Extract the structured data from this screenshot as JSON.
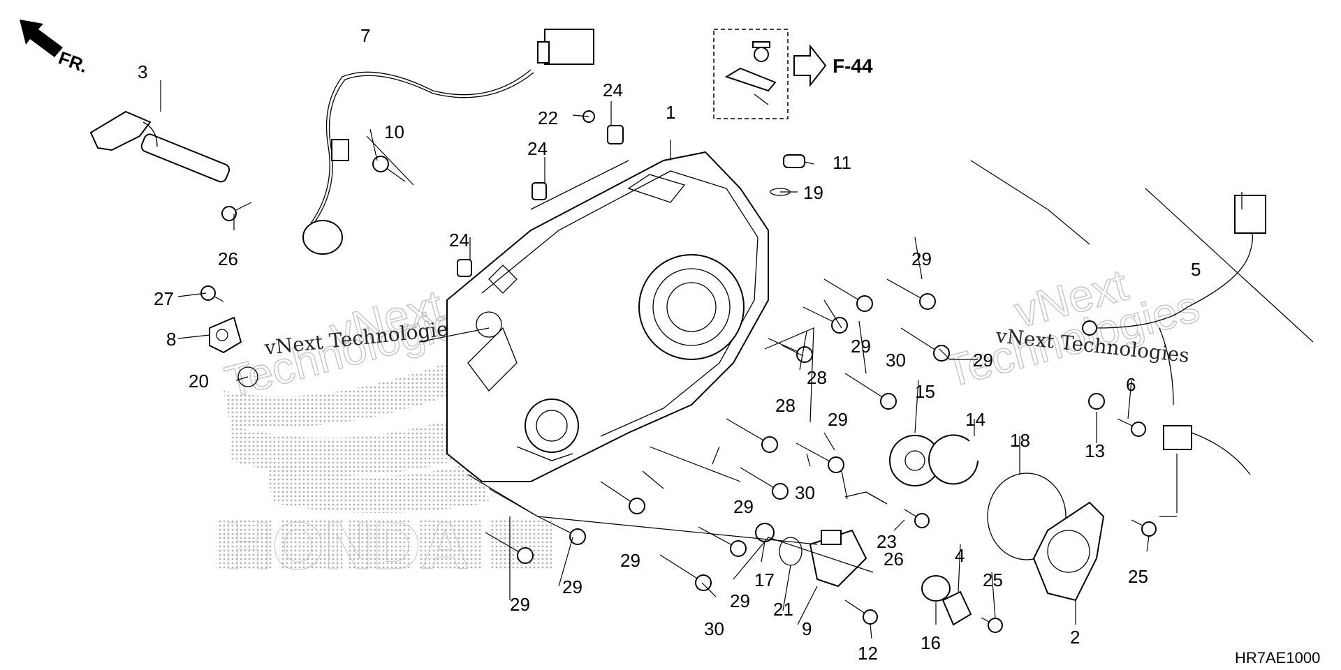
{
  "direction_label": "FR.",
  "reference": {
    "label": "F-44",
    "arrow_icon": "right-hollow-arrow-icon"
  },
  "diagram_code": "HR7AE1000",
  "watermarks": {
    "left_small": "vNext Technologies",
    "left_big_top": "vNext",
    "left_big_bottom": "Technologies",
    "right_small": "vNext Technologies",
    "right_big_top": "vNext",
    "right_big_bottom": "Technologies"
  },
  "brand_logo": {
    "text": "HONDA",
    "icon": "honda-wing-logo-icon",
    "color": "#b0b0b0"
  },
  "callouts": [
    {
      "id": "c1",
      "label": "1"
    },
    {
      "id": "c2",
      "label": "2"
    },
    {
      "id": "c3",
      "label": "3"
    },
    {
      "id": "c4",
      "label": "4"
    },
    {
      "id": "c5",
      "label": "5"
    },
    {
      "id": "c6",
      "label": "6"
    },
    {
      "id": "c7",
      "label": "7"
    },
    {
      "id": "c8",
      "label": "8"
    },
    {
      "id": "c9",
      "label": "9"
    },
    {
      "id": "c10",
      "label": "10"
    },
    {
      "id": "c11",
      "label": "11"
    },
    {
      "id": "c12",
      "label": "12"
    },
    {
      "id": "c13",
      "label": "13"
    },
    {
      "id": "c14",
      "label": "14"
    },
    {
      "id": "c15",
      "label": "15"
    },
    {
      "id": "c16",
      "label": "16"
    },
    {
      "id": "c17",
      "label": "17"
    },
    {
      "id": "c18",
      "label": "18"
    },
    {
      "id": "c19",
      "label": "19"
    },
    {
      "id": "c20",
      "label": "20"
    },
    {
      "id": "c21",
      "label": "21"
    },
    {
      "id": "c22",
      "label": "22"
    },
    {
      "id": "c23",
      "label": "23"
    },
    {
      "id": "c24a",
      "label": "24"
    },
    {
      "id": "c24b",
      "label": "24"
    },
    {
      "id": "c24c",
      "label": "24"
    },
    {
      "id": "c25a",
      "label": "25"
    },
    {
      "id": "c25b",
      "label": "25"
    },
    {
      "id": "c26a",
      "label": "26"
    },
    {
      "id": "c26b",
      "label": "26"
    },
    {
      "id": "c27",
      "label": "27"
    },
    {
      "id": "c28a",
      "label": "28"
    },
    {
      "id": "c28b",
      "label": "28"
    },
    {
      "id": "c29a",
      "label": "29"
    },
    {
      "id": "c29b",
      "label": "29"
    },
    {
      "id": "c29c",
      "label": "29"
    },
    {
      "id": "c29d",
      "label": "29"
    },
    {
      "id": "c29e",
      "label": "29"
    },
    {
      "id": "c29f",
      "label": "29"
    },
    {
      "id": "c29g",
      "label": "29"
    },
    {
      "id": "c29h",
      "label": "29"
    },
    {
      "id": "c29i",
      "label": "29"
    },
    {
      "id": "c30a",
      "label": "30"
    },
    {
      "id": "c30b",
      "label": "30"
    },
    {
      "id": "c30c",
      "label": "30"
    }
  ]
}
